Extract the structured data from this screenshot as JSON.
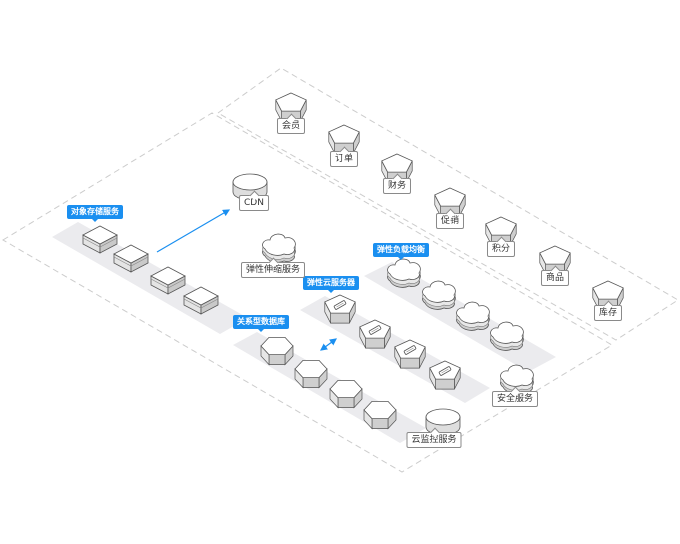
{
  "colors": {
    "accent": "#1a8ff0",
    "platform": "#ebebee",
    "dashed": "#cccccc",
    "node_top": "#ffffff",
    "node_side": "#d6d6d6",
    "node_stroke": "#555555"
  },
  "regions": [
    {
      "name": "application-zone"
    },
    {
      "name": "cloud-infrastructure-zone"
    }
  ],
  "groups": [
    {
      "id": "oss",
      "tag": "对象存储服务",
      "icon": "box-icon",
      "count": 4
    },
    {
      "id": "rds",
      "tag": "关系型数据库",
      "icon": "hexagon-icon",
      "count": 4
    },
    {
      "id": "ecs",
      "tag": "弹性云服务器",
      "icon": "server-pentagon-icon",
      "count": 4
    },
    {
      "id": "elb",
      "tag": "弹性负载均衡",
      "icon": "cloud-icon",
      "count": 4
    }
  ],
  "standalone": [
    {
      "id": "cdn",
      "label": "CDN",
      "icon": "cylinder-icon"
    },
    {
      "id": "autoscale",
      "label": "弹性伸缩服务",
      "icon": "cloud-icon"
    },
    {
      "id": "security",
      "label": "安全服务",
      "icon": "cloud-icon"
    },
    {
      "id": "monitor",
      "label": "云监控服务",
      "icon": "cylinder-icon"
    }
  ],
  "modules": [
    {
      "id": "member",
      "label": "会员",
      "icon": "pentagon-icon"
    },
    {
      "id": "order",
      "label": "订单",
      "icon": "pentagon-icon"
    },
    {
      "id": "finance",
      "label": "财务",
      "icon": "pentagon-icon"
    },
    {
      "id": "promo",
      "label": "促销",
      "icon": "pentagon-icon"
    },
    {
      "id": "points",
      "label": "积分",
      "icon": "pentagon-icon"
    },
    {
      "id": "goods",
      "label": "商品",
      "icon": "pentagon-icon"
    },
    {
      "id": "stock",
      "label": "库存",
      "icon": "pentagon-icon"
    }
  ],
  "connections": [
    {
      "from": "oss",
      "to": "cdn",
      "type": "one-way"
    },
    {
      "from": "rds",
      "to": "ecs",
      "type": "two-way"
    }
  ]
}
